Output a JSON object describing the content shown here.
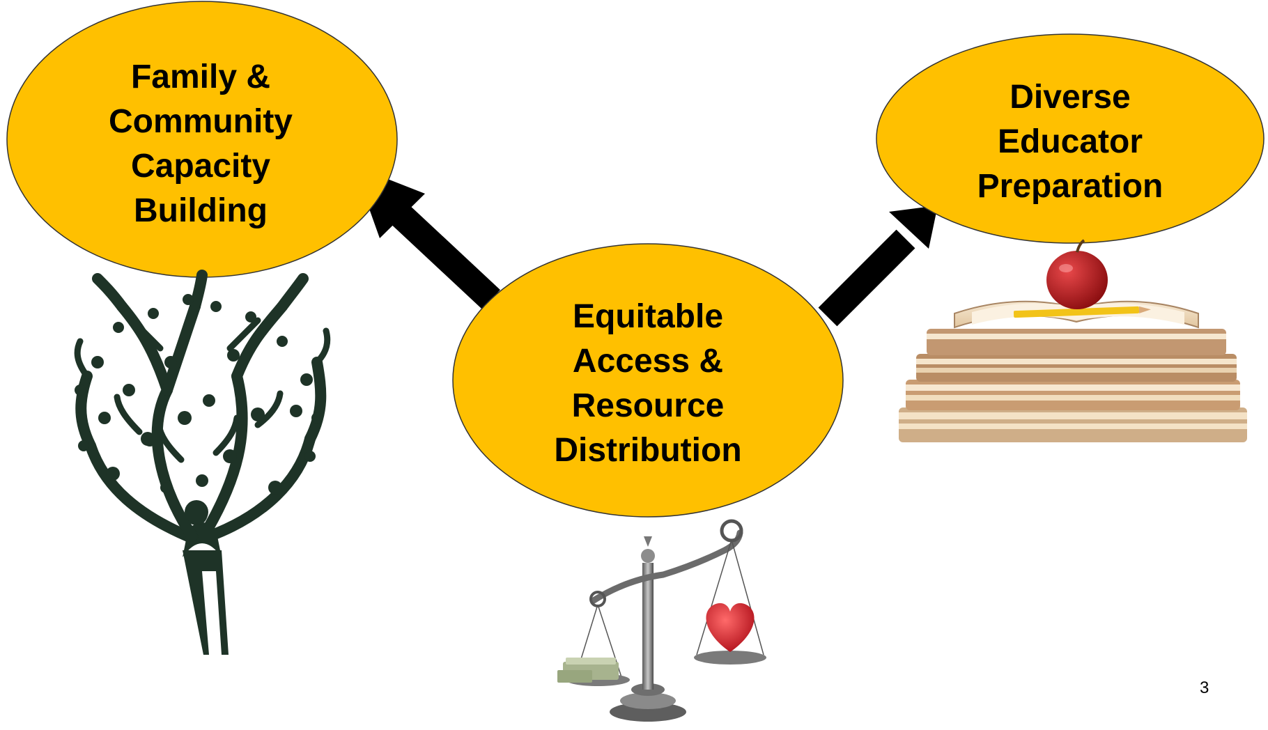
{
  "slide": {
    "page_number": "3",
    "ellipse_color": "#FFC000",
    "arrow_color": "#000000",
    "tree_color": "#1E3327"
  },
  "nodes": {
    "left": {
      "lines": [
        "Family &",
        "Community",
        "Capacity",
        "Building"
      ]
    },
    "center": {
      "lines": [
        "Equitable",
        "Access &",
        "Resource",
        "Distribution"
      ]
    },
    "right": {
      "lines": [
        "Diverse",
        "Educator",
        "Preparation"
      ]
    }
  },
  "icons": {
    "left": "people-tree-icon",
    "center": "balance-scale-icon",
    "right": "books-apple-icon"
  }
}
